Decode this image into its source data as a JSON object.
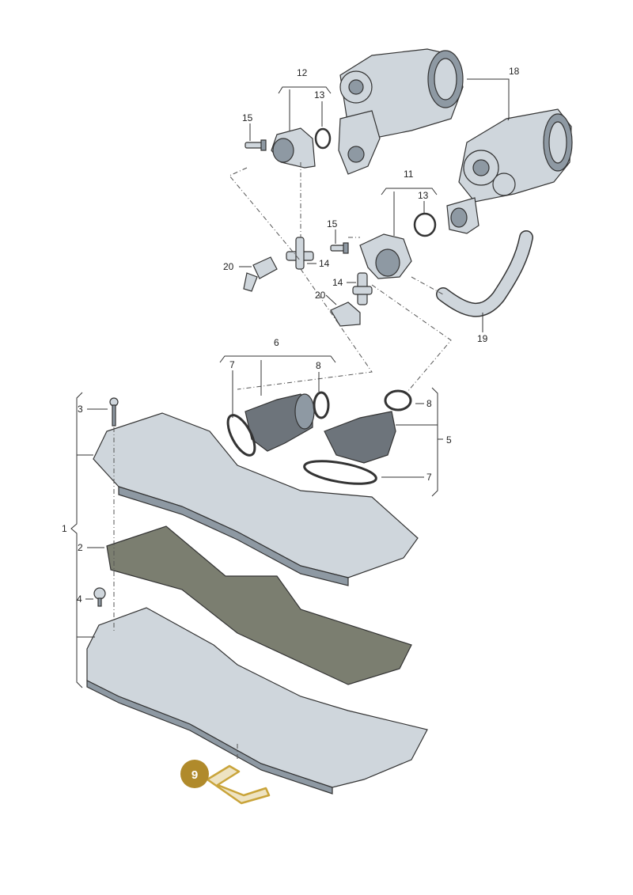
{
  "colors": {
    "badge_fill": "#b08a2b",
    "highlight_stroke": "#c9a43a",
    "part_fill": "#cfd6dc",
    "line": "#333333"
  },
  "labels": {
    "l1": "1",
    "l2": "2",
    "l3": "3",
    "l4": "4",
    "l5": "5",
    "l6": "6",
    "l7a": "7",
    "l7b": "7",
    "l8a": "8",
    "l8b": "8",
    "l9": "9",
    "l11": "11",
    "l12": "12",
    "l13a": "13",
    "l13b": "13",
    "l14a": "14",
    "l14b": "14",
    "l15a": "15",
    "l15b": "15",
    "l18": "18",
    "l19": "19",
    "l20a": "20",
    "l20b": "20"
  }
}
